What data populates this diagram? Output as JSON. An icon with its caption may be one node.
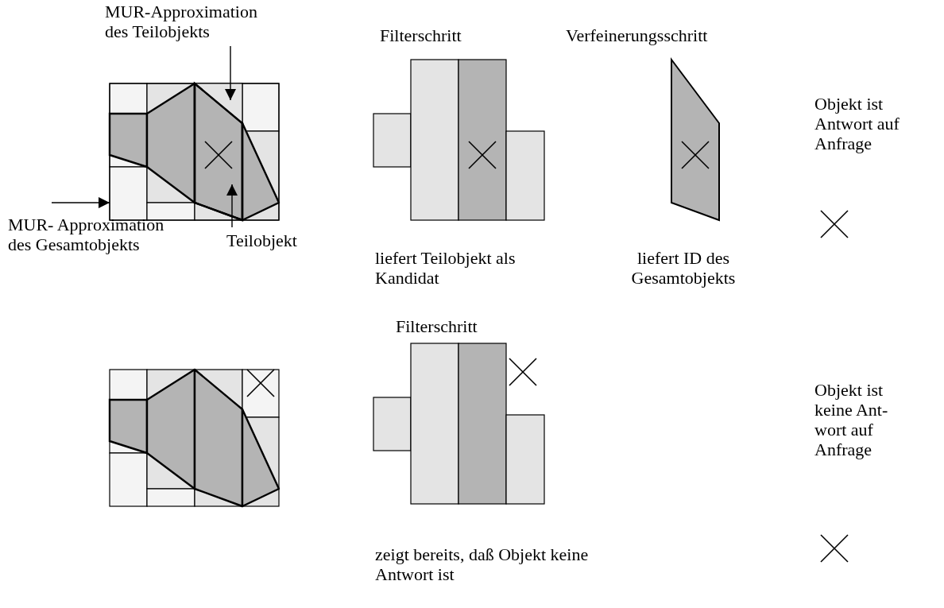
{
  "diagram": {
    "nodes": [
      {
        "text": [
          "MUR-Approximation des Teilobjekts"
        ]
      },
      {
        "text": [],
        "shape": "box",
        "in": 3
      },
      {
        "text": [
          "MUR- Approximation des Gesamtobjekts"
        ]
      },
      {
        "text": [],
        "shape": "box"
      },
      {
        "text": [
          "Teilobjekt"
        ]
      },
      {
        "text": [],
        "shape": "polygon",
        "in": 3
      }
    ],
    "edges": [
      {
        "from": 0,
        "to": 1,
        "arrow": "to"
      },
      {
        "from": 2,
        "to": 3,
        "arrow": "to"
      },
      {
        "from": 4,
        "to": 5,
        "arrow": "to"
      }
    ],
    "labels": [
      "Filterschritt",
      "Verfeinerungsschritt",
      "Objekt ist Antwort auf Anfrage",
      "liefert Teilobjekt als Kandidat",
      "liefert ID des Gesamtobjekts",
      "Filterschritt",
      "Objekt ist keine Ant- wort auf Anfrage",
      "zeigt bereits, daß Objekt keine Antwort ist"
    ]
  }
}
